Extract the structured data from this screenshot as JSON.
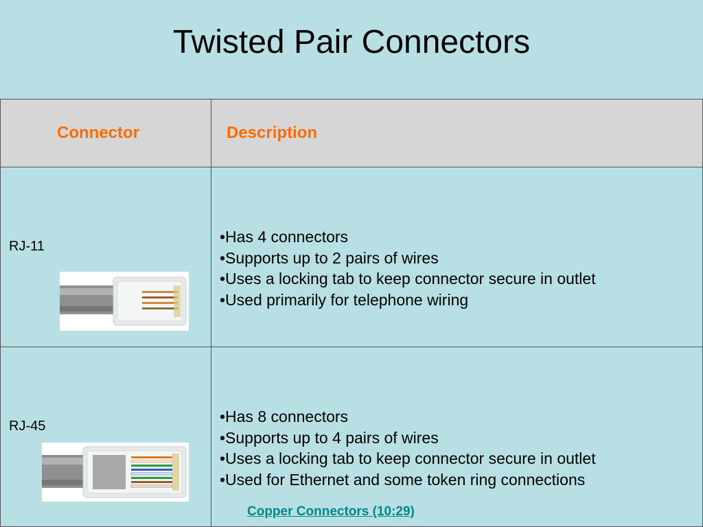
{
  "title": "Twisted Pair Connectors",
  "table": {
    "headers": [
      "Connector",
      "Description"
    ],
    "rows": [
      {
        "name": "RJ-11",
        "bullets": [
          "•Has 4 connectors",
          "•Supports up to 2 pairs of wires",
          "•Uses a locking tab to keep connector secure in outlet",
          "•Used primarily for telephone wiring"
        ]
      },
      {
        "name": "RJ-45",
        "bullets": [
          "•Has 8 connectors",
          "•Supports up to 4 pairs of wires",
          "•Uses a locking tab to keep connector secure in outlet",
          "•Used for Ethernet and some token ring connections"
        ]
      }
    ]
  },
  "link": "Copper Connectors (10:29)",
  "colors": {
    "background": "#b8dfe3",
    "header_fill": "#d6d6d6",
    "header_text": "#ff6a00",
    "link": "#008a8a"
  }
}
